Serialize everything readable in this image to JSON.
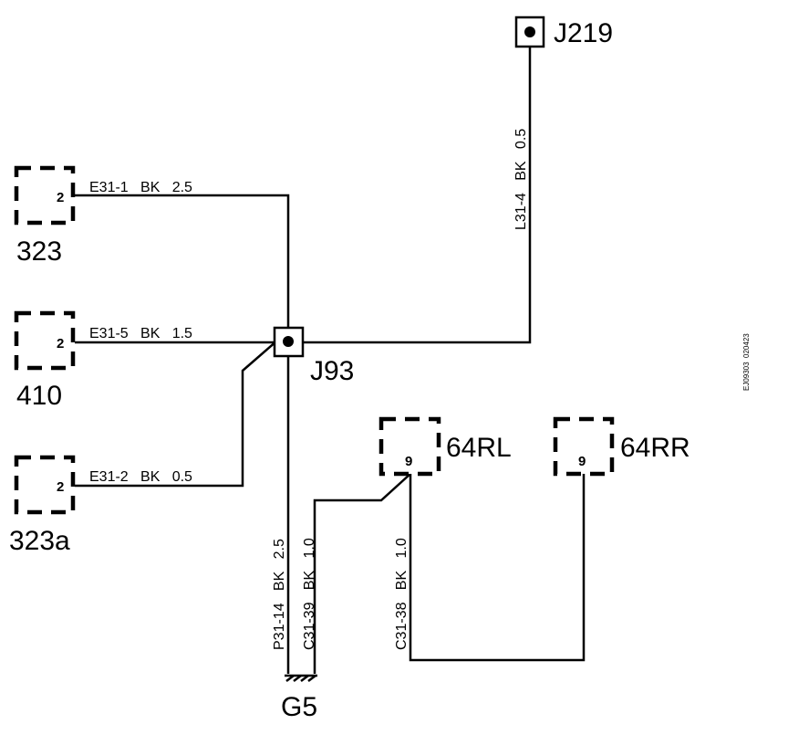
{
  "connectors": [
    {
      "id": "323",
      "pin": "2"
    },
    {
      "id": "410",
      "pin": "2"
    },
    {
      "id": "323a",
      "pin": "2"
    },
    {
      "id": "64RL",
      "pin": "9"
    },
    {
      "id": "64RR",
      "pin": "9"
    }
  ],
  "junctions": {
    "j219": "J219",
    "j93": "J93"
  },
  "ground": "G5",
  "wires": {
    "e31_1": "E31-1   BK   2.5",
    "e31_5": "E31-5   BK   1.5",
    "e31_2": "E31-2   BK   0.5",
    "l31_4": "L31-4   BK   0.5",
    "p31_14": "P31-14   BK   2.5",
    "c31_39": "C31-39   BK   1.0",
    "c31_38": "C31-38   BK   1.0"
  },
  "figure_id": "EJ09303  020423"
}
